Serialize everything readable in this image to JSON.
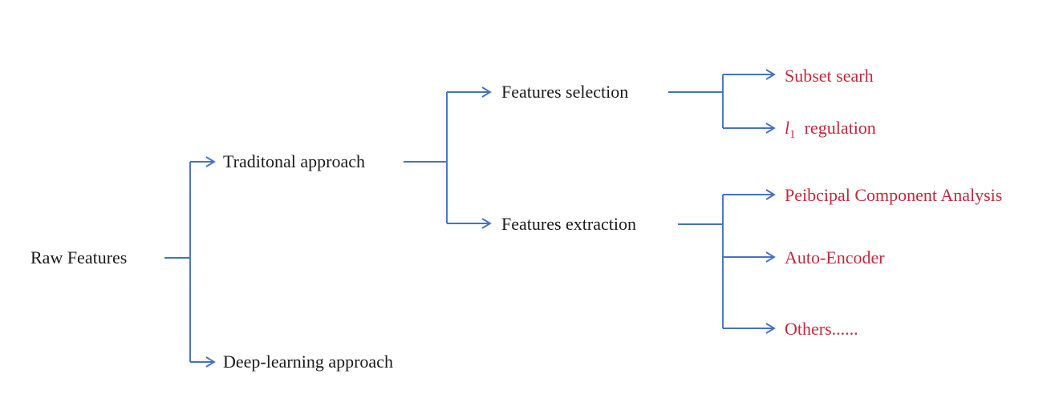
{
  "diagram": {
    "type": "tree",
    "colors": {
      "line": "#4472C4",
      "leaf_text": "#C02A3C",
      "node_text": "#1A1A1A",
      "background": "#FFFFFF"
    },
    "nodes": {
      "raw_features": "Raw Features",
      "traditional": "Traditonal approach",
      "deep_learning": "Deep-learning approach",
      "features_selection": "Features selection",
      "features_extraction": "Features extraction",
      "subset_search": "Subset searh",
      "l1_regulation": {
        "base": "l",
        "sub": "1",
        "rest": "regulation"
      },
      "pca": "Peibcipal Component Analysis",
      "auto_encoder": "Auto-Encoder",
      "others": "Others......"
    },
    "edges": [
      [
        "Raw Features",
        "Traditonal approach"
      ],
      [
        "Raw Features",
        "Deep-learning approach"
      ],
      [
        "Traditonal approach",
        "Features selection"
      ],
      [
        "Traditonal approach",
        "Features extraction"
      ],
      [
        "Features selection",
        "Subset searh"
      ],
      [
        "Features selection",
        "l1 regulation"
      ],
      [
        "Features extraction",
        "Peibcipal Component Analysis"
      ],
      [
        "Features extraction",
        "Auto-Encoder"
      ],
      [
        "Features extraction",
        "Others......"
      ]
    ]
  }
}
